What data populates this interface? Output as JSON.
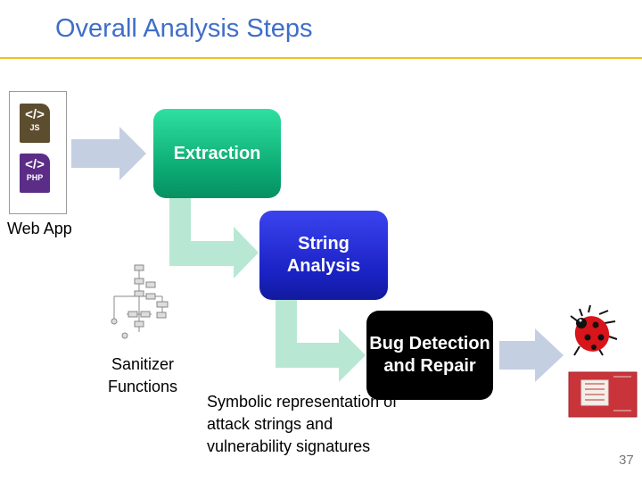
{
  "slide": {
    "title": "Overall Analysis Steps",
    "page_number": "37"
  },
  "input": {
    "label": "Web App",
    "files": [
      {
        "icon": "js-file-icon",
        "text": "JS",
        "color": "#5c4d2f"
      },
      {
        "icon": "php-file-icon",
        "text": "PHP",
        "color": "#5b2d86"
      }
    ]
  },
  "stages": [
    {
      "label": "Extraction",
      "color": "#0aa872"
    },
    {
      "label": "String Analysis",
      "color": "#1a22c4"
    },
    {
      "label": "Bug Detection and Repair",
      "color": "#000000"
    }
  ],
  "sanitizer": {
    "label": "Sanitizer Functions",
    "icon": "flowchart-graph-icon"
  },
  "note": "Symbolic representation of attack strings and vulnerability signatures",
  "outputs": [
    {
      "icon": "ladybug-icon"
    },
    {
      "icon": "patched-fabric-icon"
    }
  ],
  "colors": {
    "title": "#3f6ec8",
    "title_rule": "#f0c21f",
    "arrow_blue": "#c5cfe2",
    "arrow_green": "#b8e8d4"
  }
}
